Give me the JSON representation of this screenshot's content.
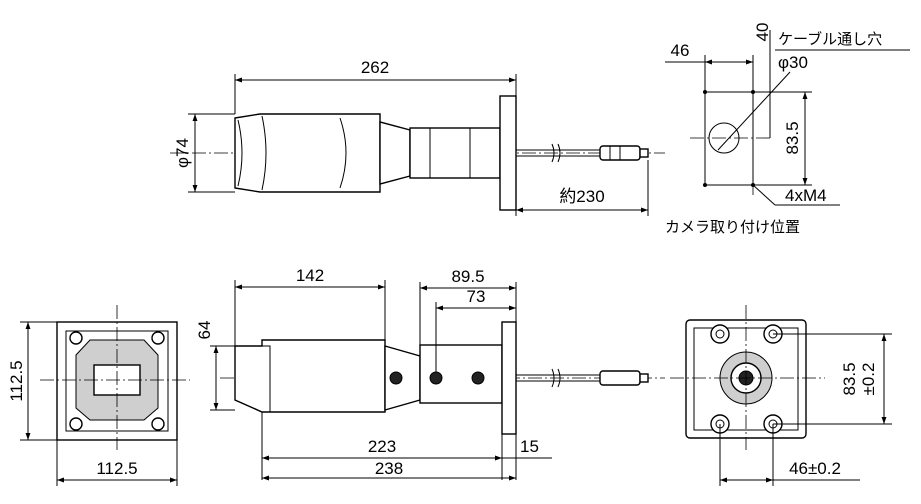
{
  "dimensions": {
    "top_length": "262",
    "top_diameter": "φ74",
    "top_cable": "約230",
    "mount_46": "46",
    "mount_40": "40",
    "mount_83_5": "83.5",
    "mount_phi30": "φ30",
    "mount_screws": "4xM4",
    "front_width": "112.5",
    "front_height": "112.5",
    "side_142": "142",
    "side_64": "64",
    "side_89_5": "89.5",
    "side_73": "73",
    "side_223": "223",
    "side_238": "238",
    "side_15": "15",
    "rear_83_5": "83.5",
    "rear_tol": "±0.2",
    "rear_46": "46±0.2"
  },
  "notes": {
    "cable_hole": "ケーブル通し穴",
    "camera_mount_position": "カメラ取り付け位置"
  }
}
